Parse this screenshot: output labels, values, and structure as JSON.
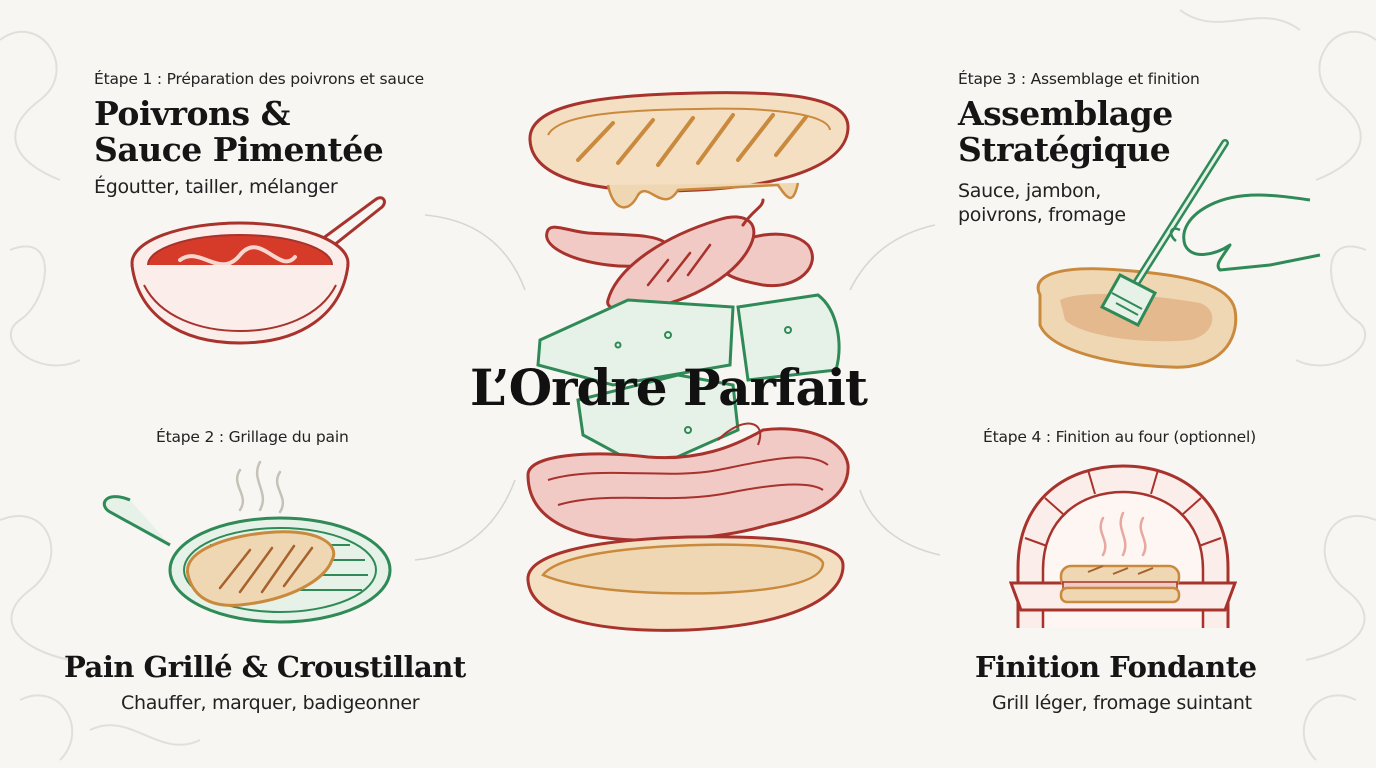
{
  "main_title": "L’Ordre Parfait",
  "steps": [
    {
      "step_label": "Étape 1 : Préparation des poivrons et sauce",
      "title_lines": [
        "Poivrons &",
        "Sauce Pimentée"
      ],
      "subtitle": "Égoutter, tailler, mélanger",
      "icon": "sauce-bowl-icon"
    },
    {
      "step_label": "Étape 2 : Grillage du pain",
      "title_lines": [
        "Pain Grillé & Croustillant"
      ],
      "subtitle": "Chauffer, marquer, badigeonner",
      "icon": "grill-pan-icon"
    },
    {
      "step_label": "Étape 3 : Assemblage et finition",
      "title_lines": [
        "Assemblage",
        "Stratégique"
      ],
      "subtitle_lines": [
        "Sauce, jambon,",
        "poivrons, fromage"
      ],
      "icon": "brush-bread-icon"
    },
    {
      "step_label": "Étape 4 : Finition au four (optionnel)",
      "title_lines": [
        "Finition Fondante"
      ],
      "subtitle": "Grill léger, fromage suintant",
      "icon": "oven-icon"
    }
  ],
  "sandwich_layers": [
    "top-bread",
    "grilled-peppers",
    "cheese-slices",
    "ham-slices",
    "bottom-bread-with-sauce"
  ],
  "colors": {
    "red": "#a8322c",
    "sauce": "#d63b2a",
    "green": "#2f8a57",
    "bread": "#c98a3d",
    "bread_fill": "#f0d7b4",
    "ham": "#f1c9c5",
    "cheese": "#e6f1e8",
    "background": "#f7f6f3"
  }
}
